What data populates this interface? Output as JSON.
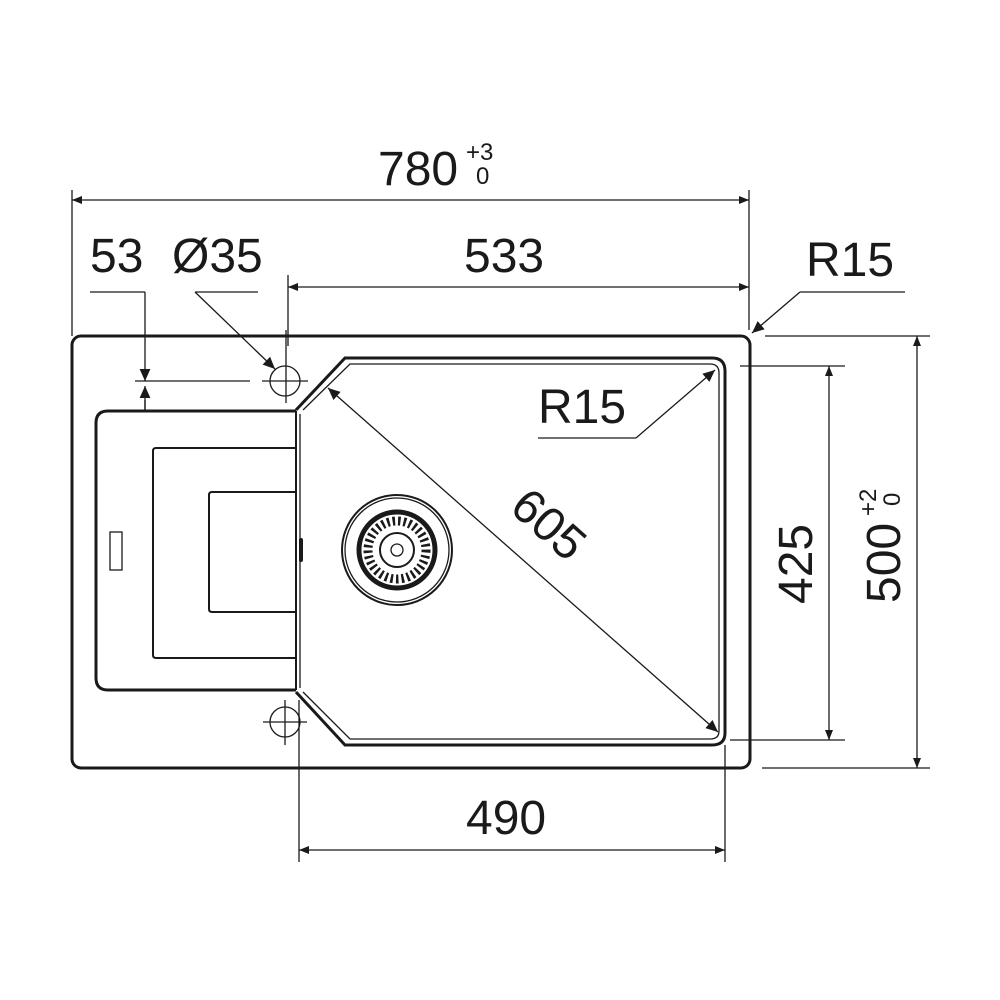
{
  "dimensions": {
    "overall_width": {
      "value": "780",
      "tol_upper": "+3",
      "tol_lower": "0"
    },
    "tap_offset": "53",
    "tap_hole_diameter": "Ø35",
    "bowl_top_width": "533",
    "outer_radius": "R15",
    "bowl_radius": "R15",
    "bowl_diagonal": "605",
    "bowl_depth": "425",
    "overall_depth": {
      "value": "500",
      "tol_upper": "+2",
      "tol_lower": "0"
    },
    "bowl_width": "490"
  }
}
